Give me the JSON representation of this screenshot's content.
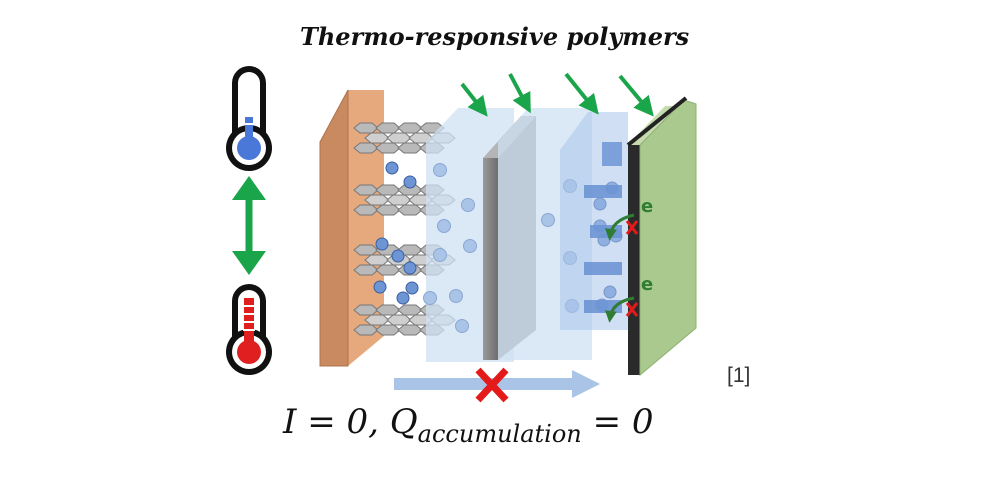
{
  "title": "Thermo-responsive polymers",
  "reference": "[1]",
  "equation": {
    "current": "I = 0,",
    "charge_symbol": "Q",
    "charge_subscript": "accumulation",
    "charge_value": "= 0"
  },
  "electron_labels": [
    "e",
    "e"
  ],
  "colors": {
    "electrode_left": "#c98a5f",
    "electrode_right": "#a9c98e",
    "arrow_green": "#1aa54a",
    "cold_blue": "#4a78d8",
    "hot_red": "#e02020",
    "ion_blue": "#6d95d4",
    "block_x": "#e41a1a"
  },
  "icons": [
    "thermometer-cold-icon",
    "thermometer-hot-icon",
    "double-arrow-icon",
    "blocked-arrow-icon"
  ]
}
